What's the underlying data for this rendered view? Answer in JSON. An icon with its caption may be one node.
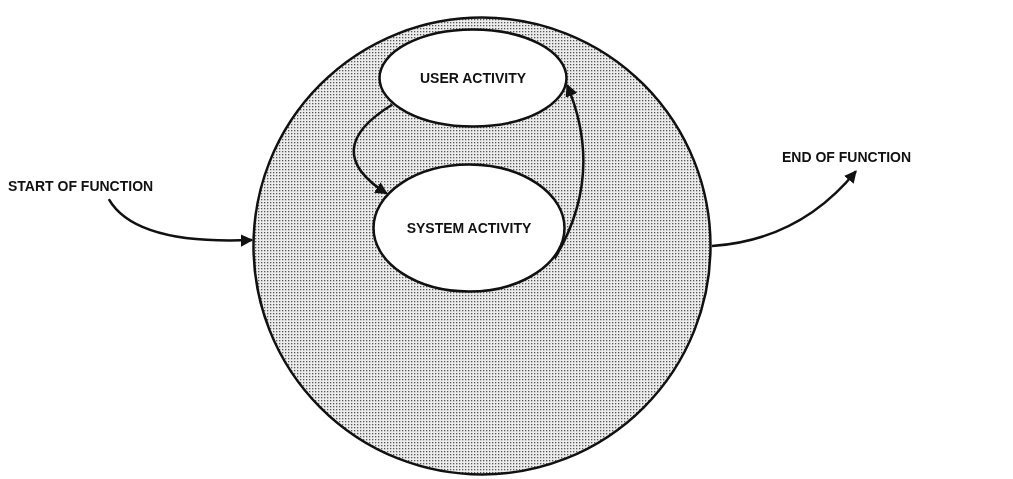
{
  "diagram": {
    "nodes": [
      {
        "text": [
          "START OF FUNCTION"
        ]
      },
      {
        "text": [],
        "shape": "circle"
      },
      {
        "text": [
          "USER ACTIVITY"
        ],
        "in": 1
      },
      {
        "text": [
          "SYSTEM ACTIVITY"
        ],
        "in": 1
      },
      {
        "text": [
          "END OF FUNCTION"
        ]
      }
    ],
    "edges": [
      {
        "from": 0,
        "to": 1,
        "arrow": "to"
      },
      {
        "from": 2,
        "to": 3,
        "arrow": "to"
      },
      {
        "from": 3,
        "to": 2,
        "arrow": "to"
      },
      {
        "from": 1,
        "to": 4,
        "arrow": "to"
      }
    ]
  }
}
